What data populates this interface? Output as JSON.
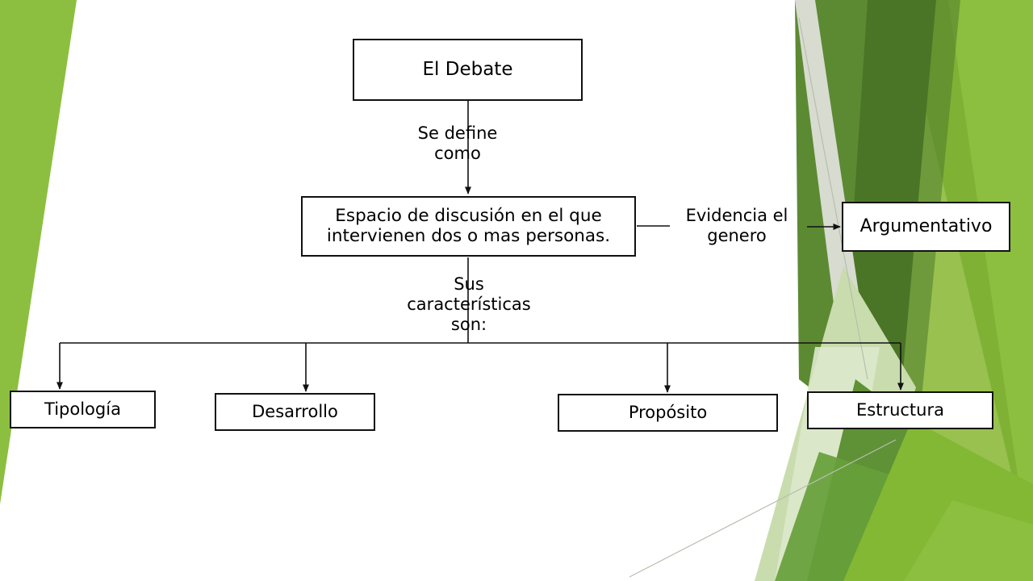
{
  "slide": {
    "title": "El Debate",
    "background_color": "#ffffff",
    "theme": "facet-green"
  },
  "palette": {
    "green_light": "#8cbf3f",
    "green_bright": "#7fb135",
    "green_mid": "#6a9a3a",
    "green_dark": "#4f7a2a",
    "green_deep": "#3f6622",
    "green_pale": "#c9dcae",
    "green_paler": "#dde8cc",
    "gray_pale": "#d8dbd0",
    "line": "#111111"
  },
  "nodes": [
    {
      "id": "debate",
      "label": "El Debate"
    },
    {
      "id": "definicion",
      "label": "Espacio de discusión en el que\nintervienen dos o mas personas."
    },
    {
      "id": "argumentativo",
      "label": "Argumentativo"
    },
    {
      "id": "tipologia",
      "label": "Tipología"
    },
    {
      "id": "desarrollo",
      "label": "Desarrollo"
    },
    {
      "id": "proposito",
      "label": "Propósito"
    },
    {
      "id": "estructura",
      "label": "Estructura"
    }
  ],
  "edge_labels": {
    "se_define_como": "Se define\ncomo",
    "evidencia_el_genero": "Evidencia el\ngenero",
    "sus_caracteristicas_son": "Sus\ncaracterísticas\nson:"
  }
}
